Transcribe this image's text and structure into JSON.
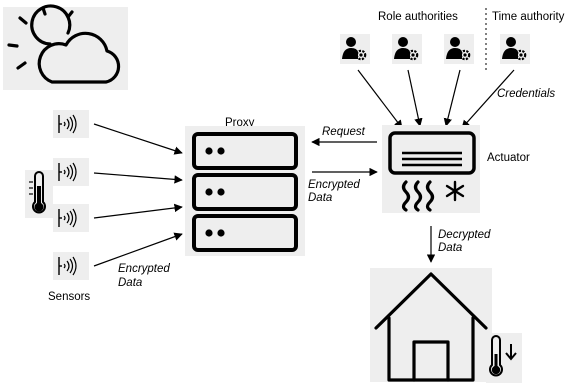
{
  "labels": {
    "proxy": "Proxy",
    "actuator": "Actuator",
    "sensors": "Sensors",
    "role_authorities": "Role authorities",
    "time_authority": "Time authority",
    "request": "Request",
    "credentials": "Credentials",
    "encrypted_data_proxy_1": "Encrypted",
    "encrypted_data_proxy_2": "Data",
    "encrypted_data_sensor_1": "Encrypted",
    "encrypted_data_sensor_2": "Data",
    "decrypted_data_1": "Decrypted",
    "decrypted_data_2": "Data"
  },
  "icons": {
    "weather": "sun-cloud-icon",
    "sensor": "wireless-sensor-icon",
    "thermometer": "thermometer-icon",
    "server": "server-icon",
    "authority": "user-gear-icon",
    "air_conditioner": "air-conditioner-icon",
    "house": "house-icon",
    "temperature_down": "thermometer-down-icon"
  }
}
